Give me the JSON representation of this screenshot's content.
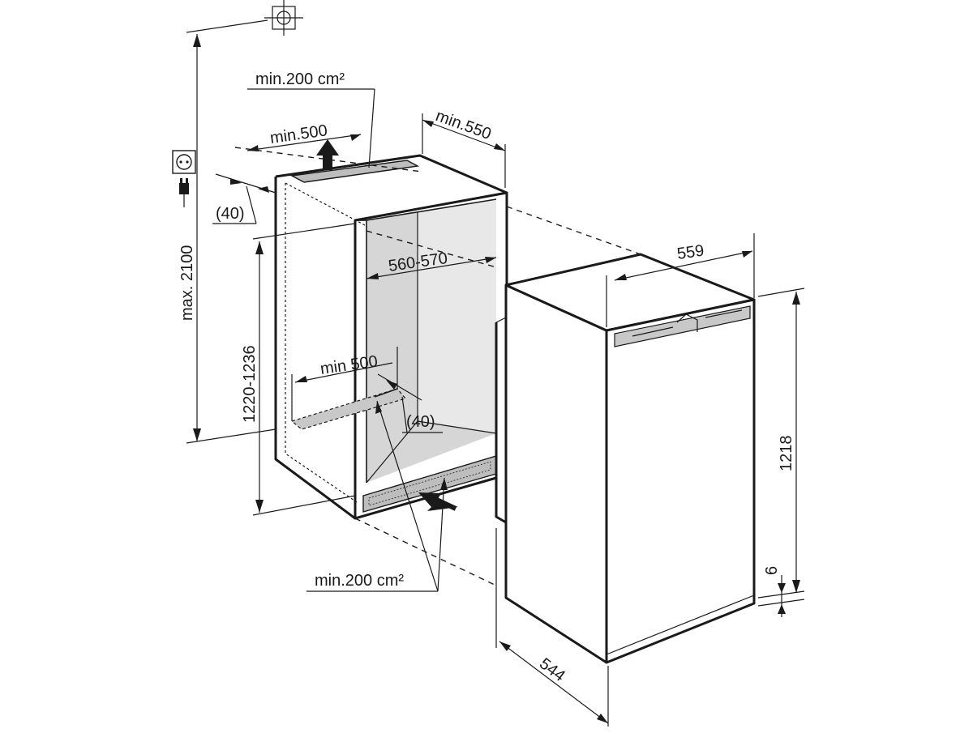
{
  "colors": {
    "ink": "#1a1a1a",
    "niche_interior": "#d6d6d6",
    "niche_interior_light": "#e8e8e8",
    "appliance_body": "#ffffff",
    "control_panel": "#c8c8c8",
    "vent_grille": "#bdbdbd"
  },
  "icons": {
    "ground_symbol": "ground-symbol-icon",
    "socket": "socket-icon",
    "plug": "plug-icon",
    "airflow_arrow": "airflow-arrow-icon"
  },
  "labels": {
    "vent_top_area": "min.200 cm²",
    "vent_top_width": "min.500",
    "niche_depth_min": "min.550",
    "rear_gap": "(40)",
    "max_height": "max. 2100",
    "niche_width": "560-570",
    "niche_height": "1220-1236",
    "floor_vent_width": "min 500",
    "floor_gap": "(40)",
    "vent_bottom_area": "min.200 cm²",
    "appliance_width": "559",
    "appliance_height": "1218",
    "plinth_gap": "6",
    "appliance_depth": "544"
  }
}
